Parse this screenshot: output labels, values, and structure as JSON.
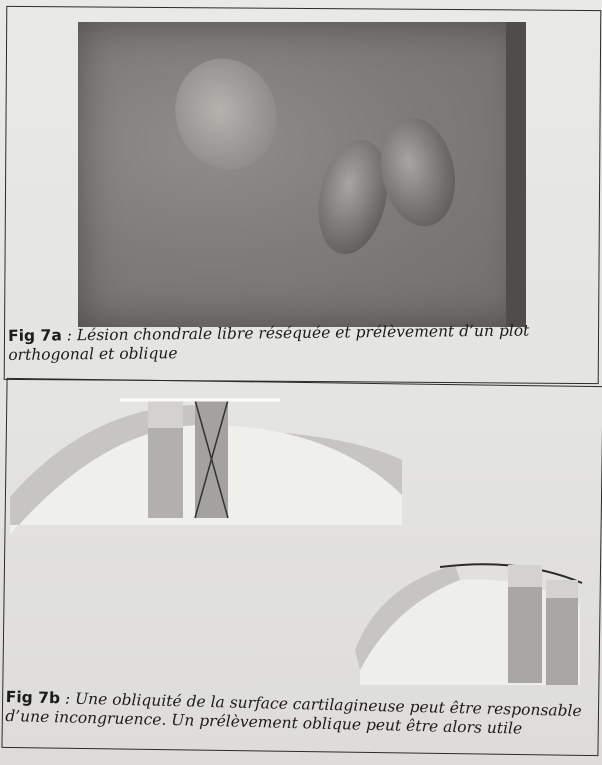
{
  "figure_a": {
    "label": "Fig 7a",
    "caption": " : Lésion chondrale libre réséquée et prélèvement d’un plot orthogonal et oblique"
  },
  "figure_b": {
    "label": "Fig 7b",
    "caption": " : Une obliquité de la surface cartilagineuse peut être responsable d’une incongruence. Un prélèvement oblique peut être alors utile"
  },
  "colors": {
    "paper": "#e6e6e3",
    "photo_bg": "#7e7c79",
    "cartilage_band": "#c8c7c4",
    "plug_fill": "#9a9896",
    "border": "#2b2b2b"
  }
}
